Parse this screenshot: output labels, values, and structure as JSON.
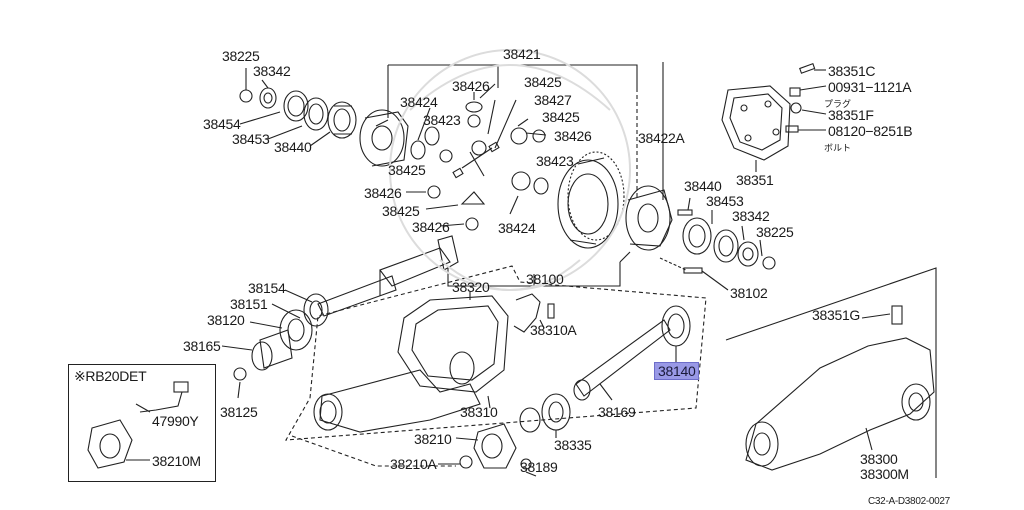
{
  "diagram": {
    "title": "",
    "footer_code": "C32-A-D3802-0027",
    "highlight_color": "#9999e6",
    "parts": [
      {
        "id": "p1",
        "text": "38225"
      },
      {
        "id": "p2",
        "text": "38342"
      },
      {
        "id": "p3",
        "text": "38421"
      },
      {
        "id": "p4",
        "text": "38426"
      },
      {
        "id": "p5",
        "text": "38425"
      },
      {
        "id": "p6",
        "text": "38427"
      },
      {
        "id": "p7",
        "text": "38424"
      },
      {
        "id": "p8",
        "text": "38454"
      },
      {
        "id": "p9",
        "text": "38423"
      },
      {
        "id": "p10",
        "text": "38425"
      },
      {
        "id": "p11",
        "text": "38426"
      },
      {
        "id": "p12",
        "text": "38453"
      },
      {
        "id": "p13",
        "text": "38440"
      },
      {
        "id": "p14",
        "text": "38425"
      },
      {
        "id": "p15",
        "text": "38423"
      },
      {
        "id": "p16",
        "text": "38426"
      },
      {
        "id": "p17",
        "text": "38425"
      },
      {
        "id": "p18",
        "text": "38426"
      },
      {
        "id": "p19",
        "text": "38424"
      },
      {
        "id": "p20",
        "text": "38422A"
      },
      {
        "id": "p21",
        "text": "38351C"
      },
      {
        "id": "p22",
        "text": "00931−1121A"
      },
      {
        "id": "p23",
        "text": "プラグ"
      },
      {
        "id": "p24",
        "text": "38351F"
      },
      {
        "id": "p25",
        "text": "08120−8251B"
      },
      {
        "id": "p26",
        "text": "ボルト"
      },
      {
        "id": "p27",
        "text": "38351"
      },
      {
        "id": "p28",
        "text": "38440"
      },
      {
        "id": "p29",
        "text": "38453"
      },
      {
        "id": "p30",
        "text": "38342"
      },
      {
        "id": "p31",
        "text": "38225"
      },
      {
        "id": "p32",
        "text": "38100"
      },
      {
        "id": "p33",
        "text": "38102"
      },
      {
        "id": "p34",
        "text": "38154"
      },
      {
        "id": "p35",
        "text": "38151"
      },
      {
        "id": "p36",
        "text": "38120"
      },
      {
        "id": "p37",
        "text": "38165"
      },
      {
        "id": "p38",
        "text": "38320"
      },
      {
        "id": "p39",
        "text": "38310A"
      },
      {
        "id": "p40",
        "text": "38351G"
      },
      {
        "id": "p41",
        "text": "38140"
      },
      {
        "id": "p42",
        "text": "38169"
      },
      {
        "id": "p43",
        "text": "38310"
      },
      {
        "id": "p44",
        "text": "38125"
      },
      {
        "id": "p45",
        "text": "38210"
      },
      {
        "id": "p46",
        "text": "38335"
      },
      {
        "id": "p47",
        "text": "38210A"
      },
      {
        "id": "p48",
        "text": "38189"
      },
      {
        "id": "p49",
        "text": "38300"
      },
      {
        "id": "p50",
        "text": "38300M"
      }
    ],
    "inset": {
      "title": "※RB20DET",
      "parts": [
        {
          "id": "i1",
          "text": "47990Y"
        },
        {
          "id": "i2",
          "text": "38210M"
        }
      ]
    }
  }
}
